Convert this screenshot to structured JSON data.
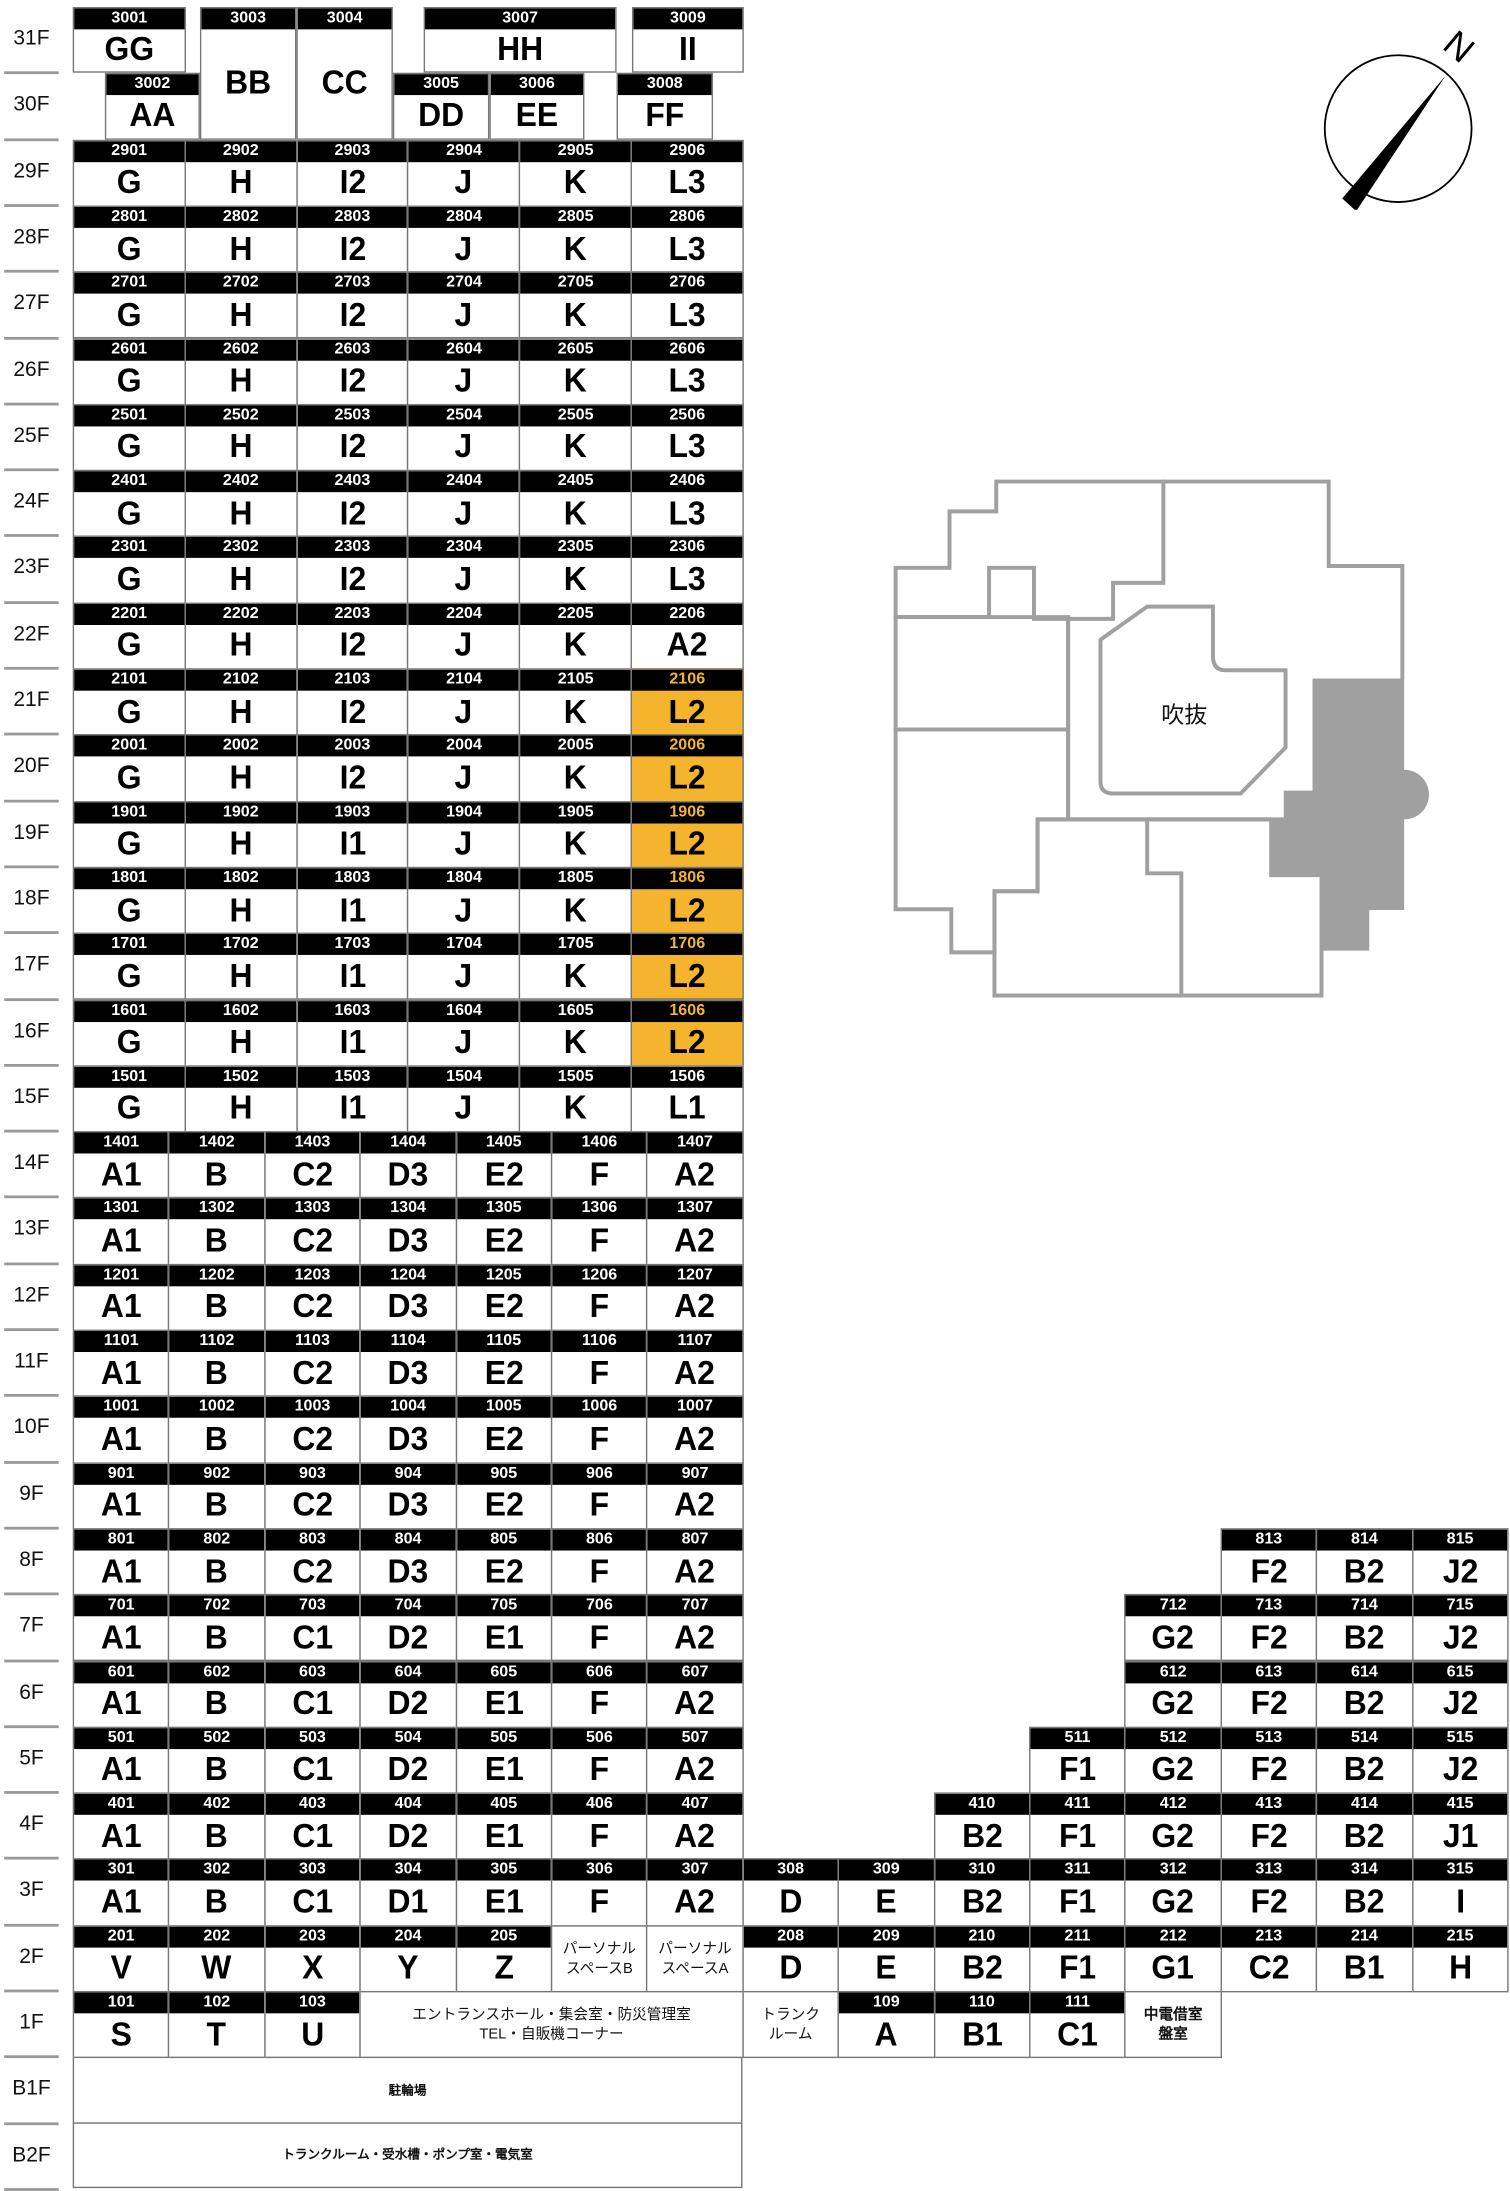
{
  "colors": {
    "highlight": "#F5B42E",
    "plan_line": "#A0A0A0",
    "plan_fill": "#A0A0A0"
  },
  "floors": [
    "31F",
    "30F",
    "29F",
    "28F",
    "27F",
    "26F",
    "25F",
    "24F",
    "23F",
    "22F",
    "21F",
    "20F",
    "19F",
    "18F",
    "17F",
    "16F",
    "15F",
    "14F",
    "13F",
    "12F",
    "11F",
    "10F",
    "9F",
    "8F",
    "7F",
    "6F",
    "5F",
    "4F",
    "3F",
    "2F",
    "1F",
    "B1F",
    "B2F"
  ],
  "top_floors": [
    {
      "num": "3001",
      "type": "GG"
    },
    {
      "num": "3002",
      "type": "AA"
    },
    {
      "num": "3003",
      "type": "BB"
    },
    {
      "num": "3004",
      "type": "CC"
    },
    {
      "num": "3005",
      "type": "DD"
    },
    {
      "num": "3006",
      "type": "EE"
    },
    {
      "num": "3007",
      "type": "HH"
    },
    {
      "num": "3008",
      "type": "FF"
    },
    {
      "num": "3009",
      "type": "II"
    }
  ],
  "highlighted_units": [
    "2106",
    "2006",
    "1906",
    "1806",
    "1706",
    "1606"
  ],
  "upper_floors": [
    {
      "floor": "29F",
      "units": [
        [
          "2901",
          "G"
        ],
        [
          "2902",
          "H"
        ],
        [
          "2903",
          "I2"
        ],
        [
          "2904",
          "J"
        ],
        [
          "2905",
          "K"
        ],
        [
          "2906",
          "L3"
        ]
      ]
    },
    {
      "floor": "28F",
      "units": [
        [
          "2801",
          "G"
        ],
        [
          "2802",
          "H"
        ],
        [
          "2803",
          "I2"
        ],
        [
          "2804",
          "J"
        ],
        [
          "2805",
          "K"
        ],
        [
          "2806",
          "L3"
        ]
      ]
    },
    {
      "floor": "27F",
      "units": [
        [
          "2701",
          "G"
        ],
        [
          "2702",
          "H"
        ],
        [
          "2703",
          "I2"
        ],
        [
          "2704",
          "J"
        ],
        [
          "2705",
          "K"
        ],
        [
          "2706",
          "L3"
        ]
      ]
    },
    {
      "floor": "26F",
      "units": [
        [
          "2601",
          "G"
        ],
        [
          "2602",
          "H"
        ],
        [
          "2603",
          "I2"
        ],
        [
          "2604",
          "J"
        ],
        [
          "2605",
          "K"
        ],
        [
          "2606",
          "L3"
        ]
      ]
    },
    {
      "floor": "25F",
      "units": [
        [
          "2501",
          "G"
        ],
        [
          "2502",
          "H"
        ],
        [
          "2503",
          "I2"
        ],
        [
          "2504",
          "J"
        ],
        [
          "2505",
          "K"
        ],
        [
          "2506",
          "L3"
        ]
      ]
    },
    {
      "floor": "24F",
      "units": [
        [
          "2401",
          "G"
        ],
        [
          "2402",
          "H"
        ],
        [
          "2403",
          "I2"
        ],
        [
          "2404",
          "J"
        ],
        [
          "2405",
          "K"
        ],
        [
          "2406",
          "L3"
        ]
      ]
    },
    {
      "floor": "23F",
      "units": [
        [
          "2301",
          "G"
        ],
        [
          "2302",
          "H"
        ],
        [
          "2303",
          "I2"
        ],
        [
          "2304",
          "J"
        ],
        [
          "2305",
          "K"
        ],
        [
          "2306",
          "L3"
        ]
      ]
    },
    {
      "floor": "22F",
      "units": [
        [
          "2201",
          "G"
        ],
        [
          "2202",
          "H"
        ],
        [
          "2203",
          "I2"
        ],
        [
          "2204",
          "J"
        ],
        [
          "2205",
          "K"
        ],
        [
          "2206",
          "A2"
        ]
      ]
    },
    {
      "floor": "21F",
      "units": [
        [
          "2101",
          "G"
        ],
        [
          "2102",
          "H"
        ],
        [
          "2103",
          "I2"
        ],
        [
          "2104",
          "J"
        ],
        [
          "2105",
          "K"
        ],
        [
          "2106",
          "L2"
        ]
      ]
    },
    {
      "floor": "20F",
      "units": [
        [
          "2001",
          "G"
        ],
        [
          "2002",
          "H"
        ],
        [
          "2003",
          "I2"
        ],
        [
          "2004",
          "J"
        ],
        [
          "2005",
          "K"
        ],
        [
          "2006",
          "L2"
        ]
      ]
    },
    {
      "floor": "19F",
      "units": [
        [
          "1901",
          "G"
        ],
        [
          "1902",
          "H"
        ],
        [
          "1903",
          "I1"
        ],
        [
          "1904",
          "J"
        ],
        [
          "1905",
          "K"
        ],
        [
          "1906",
          "L2"
        ]
      ]
    },
    {
      "floor": "18F",
      "units": [
        [
          "1801",
          "G"
        ],
        [
          "1802",
          "H"
        ],
        [
          "1803",
          "I1"
        ],
        [
          "1804",
          "J"
        ],
        [
          "1805",
          "K"
        ],
        [
          "1806",
          "L2"
        ]
      ]
    },
    {
      "floor": "17F",
      "units": [
        [
          "1701",
          "G"
        ],
        [
          "1702",
          "H"
        ],
        [
          "1703",
          "I1"
        ],
        [
          "1704",
          "J"
        ],
        [
          "1705",
          "K"
        ],
        [
          "1706",
          "L2"
        ]
      ]
    },
    {
      "floor": "16F",
      "units": [
        [
          "1601",
          "G"
        ],
        [
          "1602",
          "H"
        ],
        [
          "1603",
          "I1"
        ],
        [
          "1604",
          "J"
        ],
        [
          "1605",
          "K"
        ],
        [
          "1606",
          "L2"
        ]
      ]
    },
    {
      "floor": "15F",
      "units": [
        [
          "1501",
          "G"
        ],
        [
          "1502",
          "H"
        ],
        [
          "1503",
          "I1"
        ],
        [
          "1504",
          "J"
        ],
        [
          "1505",
          "K"
        ],
        [
          "1506",
          "L1"
        ]
      ]
    }
  ],
  "lower_floors": [
    {
      "floor": "14F",
      "units": [
        [
          "1401",
          "A1"
        ],
        [
          "1402",
          "B"
        ],
        [
          "1403",
          "C2"
        ],
        [
          "1404",
          "D3"
        ],
        [
          "1405",
          "E2"
        ],
        [
          "1406",
          "F"
        ],
        [
          "1407",
          "A2"
        ]
      ]
    },
    {
      "floor": "13F",
      "units": [
        [
          "1301",
          "A1"
        ],
        [
          "1302",
          "B"
        ],
        [
          "1303",
          "C2"
        ],
        [
          "1304",
          "D3"
        ],
        [
          "1305",
          "E2"
        ],
        [
          "1306",
          "F"
        ],
        [
          "1307",
          "A2"
        ]
      ]
    },
    {
      "floor": "12F",
      "units": [
        [
          "1201",
          "A1"
        ],
        [
          "1202",
          "B"
        ],
        [
          "1203",
          "C2"
        ],
        [
          "1204",
          "D3"
        ],
        [
          "1205",
          "E2"
        ],
        [
          "1206",
          "F"
        ],
        [
          "1207",
          "A2"
        ]
      ]
    },
    {
      "floor": "11F",
      "units": [
        [
          "1101",
          "A1"
        ],
        [
          "1102",
          "B"
        ],
        [
          "1103",
          "C2"
        ],
        [
          "1104",
          "D3"
        ],
        [
          "1105",
          "E2"
        ],
        [
          "1106",
          "F"
        ],
        [
          "1107",
          "A2"
        ]
      ]
    },
    {
      "floor": "10F",
      "units": [
        [
          "1001",
          "A1"
        ],
        [
          "1002",
          "B"
        ],
        [
          "1003",
          "C2"
        ],
        [
          "1004",
          "D3"
        ],
        [
          "1005",
          "E2"
        ],
        [
          "1006",
          "F"
        ],
        [
          "1007",
          "A2"
        ]
      ]
    },
    {
      "floor": "9F",
      "units": [
        [
          "901",
          "A1"
        ],
        [
          "902",
          "B"
        ],
        [
          "903",
          "C2"
        ],
        [
          "904",
          "D3"
        ],
        [
          "905",
          "E2"
        ],
        [
          "906",
          "F"
        ],
        [
          "907",
          "A2"
        ]
      ]
    },
    {
      "floor": "8F",
      "units": [
        [
          "801",
          "A1"
        ],
        [
          "802",
          "B"
        ],
        [
          "803",
          "C2"
        ],
        [
          "804",
          "D3"
        ],
        [
          "805",
          "E2"
        ],
        [
          "806",
          "F"
        ],
        [
          "807",
          "A2"
        ],
        [
          "813",
          "F2"
        ],
        [
          "814",
          "B2"
        ],
        [
          "815",
          "J2"
        ]
      ]
    },
    {
      "floor": "7F",
      "units": [
        [
          "701",
          "A1"
        ],
        [
          "702",
          "B"
        ],
        [
          "703",
          "C1"
        ],
        [
          "704",
          "D2"
        ],
        [
          "705",
          "E1"
        ],
        [
          "706",
          "F"
        ],
        [
          "707",
          "A2"
        ],
        [
          "712",
          "G2"
        ],
        [
          "713",
          "F2"
        ],
        [
          "714",
          "B2"
        ],
        [
          "715",
          "J2"
        ]
      ]
    },
    {
      "floor": "6F",
      "units": [
        [
          "601",
          "A1"
        ],
        [
          "602",
          "B"
        ],
        [
          "603",
          "C1"
        ],
        [
          "604",
          "D2"
        ],
        [
          "605",
          "E1"
        ],
        [
          "606",
          "F"
        ],
        [
          "607",
          "A2"
        ],
        [
          "612",
          "G2"
        ],
        [
          "613",
          "F2"
        ],
        [
          "614",
          "B2"
        ],
        [
          "615",
          "J2"
        ]
      ]
    },
    {
      "floor": "5F",
      "units": [
        [
          "501",
          "A1"
        ],
        [
          "502",
          "B"
        ],
        [
          "503",
          "C1"
        ],
        [
          "504",
          "D2"
        ],
        [
          "505",
          "E1"
        ],
        [
          "506",
          "F"
        ],
        [
          "507",
          "A2"
        ],
        [
          "511",
          "F1"
        ],
        [
          "512",
          "G2"
        ],
        [
          "513",
          "F2"
        ],
        [
          "514",
          "B2"
        ],
        [
          "515",
          "J2"
        ]
      ]
    },
    {
      "floor": "4F",
      "units": [
        [
          "401",
          "A1"
        ],
        [
          "402",
          "B"
        ],
        [
          "403",
          "C1"
        ],
        [
          "404",
          "D2"
        ],
        [
          "405",
          "E1"
        ],
        [
          "406",
          "F"
        ],
        [
          "407",
          "A2"
        ],
        [
          "410",
          "B2"
        ],
        [
          "411",
          "F1"
        ],
        [
          "412",
          "G2"
        ],
        [
          "413",
          "F2"
        ],
        [
          "414",
          "B2"
        ],
        [
          "415",
          "J1"
        ]
      ]
    },
    {
      "floor": "3F",
      "units": [
        [
          "301",
          "A1"
        ],
        [
          "302",
          "B"
        ],
        [
          "303",
          "C1"
        ],
        [
          "304",
          "D1"
        ],
        [
          "305",
          "E1"
        ],
        [
          "306",
          "F"
        ],
        [
          "307",
          "A2"
        ],
        [
          "308",
          "D"
        ],
        [
          "309",
          "E"
        ],
        [
          "310",
          "B2"
        ],
        [
          "311",
          "F1"
        ],
        [
          "312",
          "G2"
        ],
        [
          "313",
          "F2"
        ],
        [
          "314",
          "B2"
        ],
        [
          "315",
          "I"
        ]
      ]
    }
  ],
  "floor_2f": [
    {
      "num": "201",
      "type": "V"
    },
    {
      "num": "202",
      "type": "W"
    },
    {
      "num": "203",
      "type": "X"
    },
    {
      "num": "204",
      "type": "Y"
    },
    {
      "num": "205",
      "type": "Z"
    },
    {
      "lines": [
        "パーソナル",
        "スペースB"
      ]
    },
    {
      "lines": [
        "パーソナル",
        "スペースA"
      ]
    },
    {
      "num": "208",
      "type": "D"
    },
    {
      "num": "209",
      "type": "E"
    },
    {
      "num": "210",
      "type": "B2"
    },
    {
      "num": "211",
      "type": "F1"
    },
    {
      "num": "212",
      "type": "G1"
    },
    {
      "num": "213",
      "type": "C2"
    },
    {
      "num": "214",
      "type": "B1"
    },
    {
      "num": "215",
      "type": "H"
    }
  ],
  "floor_1f": [
    {
      "num": "101",
      "type": "S"
    },
    {
      "num": "102",
      "type": "T"
    },
    {
      "num": "103",
      "type": "U"
    },
    {
      "lines": [
        "エントランスホール・集会室・防災管理室",
        "TEL・自販機コーナー"
      ]
    },
    {
      "lines": [
        "トランク",
        "ルーム"
      ]
    },
    {
      "num": "109",
      "type": "A"
    },
    {
      "num": "110",
      "type": "B1"
    },
    {
      "num": "111",
      "type": "C1"
    },
    {
      "lines": [
        "中電借室",
        "盤室"
      ]
    }
  ],
  "basement": {
    "b1f": "駐輪場",
    "b2f": "トランクルーム・受水槽・ポンプ室・電気室"
  },
  "plan": {
    "atrium_label": "吹抜"
  },
  "compass": {
    "north_label": "N"
  }
}
